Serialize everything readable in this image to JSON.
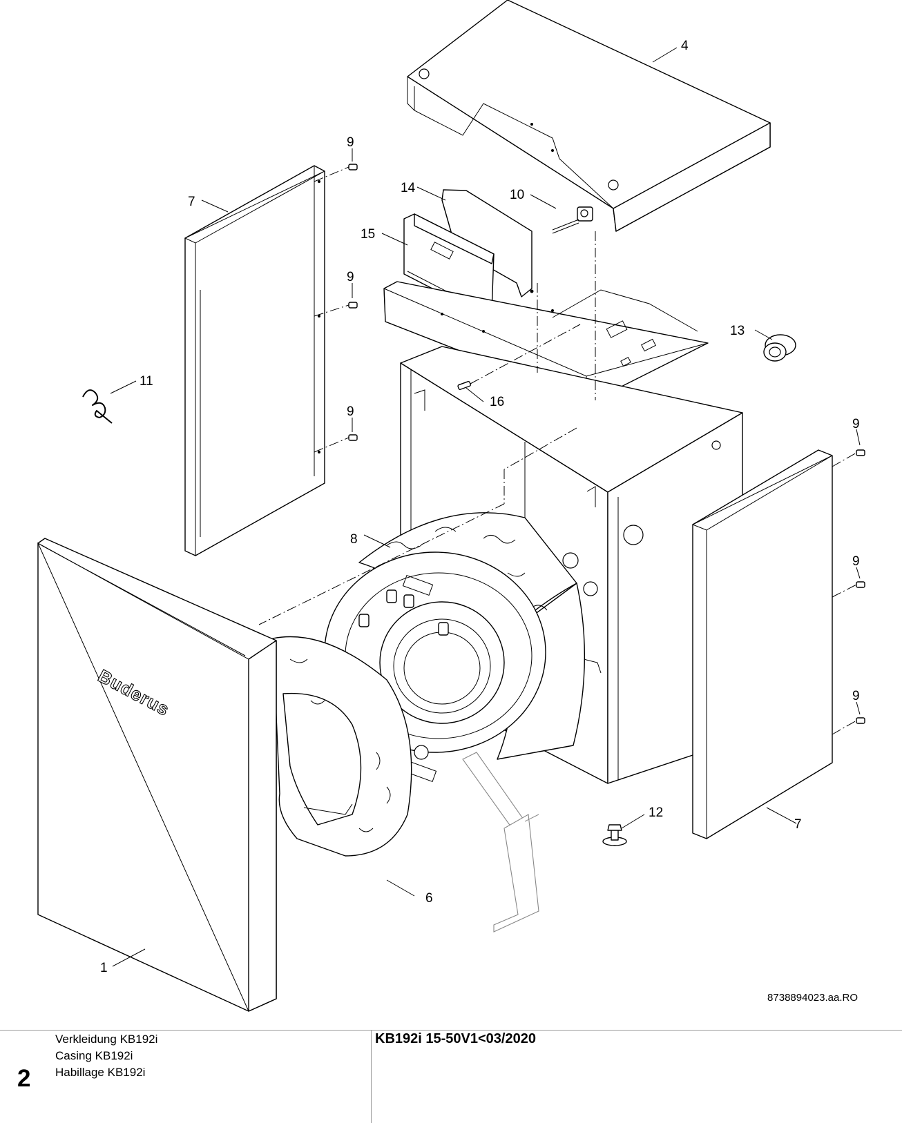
{
  "drawing": {
    "callouts": {
      "p1": "1",
      "p4": "4",
      "p6": "6",
      "p7": "7",
      "p8": "8",
      "p9": "9",
      "p10": "10",
      "p11": "11",
      "p12": "12",
      "p13": "13",
      "p14": "14",
      "p15": "15",
      "p16": "16"
    },
    "logo_text": "Buderus",
    "drawing_number": "8738894023.aa.RO"
  },
  "footer": {
    "sheet_number": "2",
    "titles": [
      "Verkleidung KB192i",
      "Casing KB192i",
      "Habillage KB192i"
    ],
    "model": "KB192i 15-50V1<03/2020"
  }
}
